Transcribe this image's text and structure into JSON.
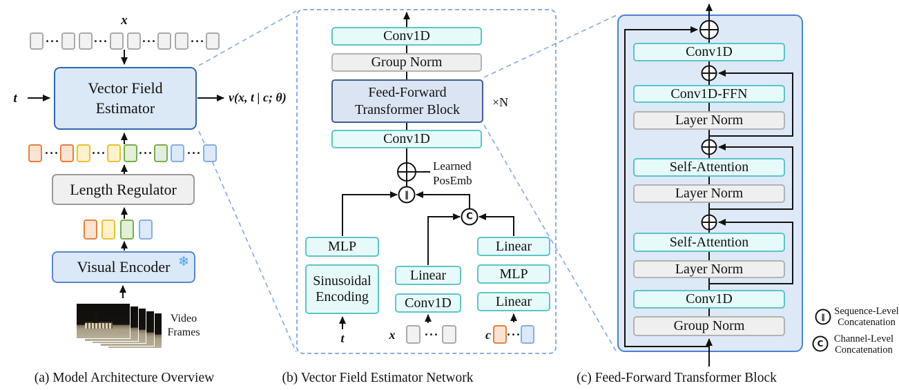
{
  "captions": {
    "a": "(a) Model Architecture Overview",
    "b": "(b) Vector Field Estimator Network",
    "c": "(c) Feed-Forward Transformer Block"
  },
  "icons": {
    "snowflake": "❄",
    "sequence_concat": "‖",
    "channel_concat": "C",
    "ellipsis": "···"
  },
  "colors": {
    "cyan_fill": "#e7fafa",
    "cyan_border": "#5ec3c8",
    "gray_fill": "#efefef",
    "gray_border": "#b2b2b2",
    "blue_fill": "#dbe8f6",
    "blue_border": "#2f66ae",
    "fft_fill": "#dbe4f3",
    "fft_border": "#3e5c94",
    "panel_fill": "#dde9f7",
    "panel_border": "#4a80d1",
    "dashed_connector": "#8aace0",
    "token_orange": "#e2813b",
    "token_yellow": "#edbf33",
    "token_green": "#77ad4d",
    "token_blue": "#85aede",
    "token_gray": "#a9a9a9",
    "snowflake_color": "#41a0e8"
  },
  "panel_a": {
    "x_label": "x",
    "t_label": "t",
    "output_label": "v(x, t | c; θ)",
    "vfe": {
      "line1": "Vector Field",
      "line2": "Estimator"
    },
    "length_regulator": "Length Regulator",
    "visual_encoder": "Visual Encoder",
    "video_frames": {
      "line1": "Video",
      "line2": "Frames"
    }
  },
  "panel_b": {
    "conv1d_top": "Conv1D",
    "group_norm": "Group Norm",
    "fft_block": {
      "line1": "Feed-Forward",
      "line2": "Transformer Block"
    },
    "repeat_label": "×N",
    "conv1d_mid": "Conv1D",
    "learned_posemb": {
      "line1": "Learned",
      "line2": "PosEmb"
    },
    "mlp_left": "MLP",
    "sinusoidal": {
      "line1": "Sinusoidal",
      "line2": "Encoding"
    },
    "linear_mid": "Linear",
    "conv1d_bottom": "Conv1D",
    "linear_right_top": "Linear",
    "mlp_right": "MLP",
    "linear_right_bottom": "Linear",
    "t_label": "t",
    "x_label": "x",
    "c_label": "c"
  },
  "panel_c": {
    "conv1d_top": "Conv1D",
    "conv1d_ffn": "Conv1D-FFN",
    "layer_norm1": "Layer Norm",
    "self_attention1": "Self-Attention",
    "layer_norm2": "Layer Norm",
    "self_attention2": "Self-Attention",
    "layer_norm3": "Layer Norm",
    "conv1d_bottom": "Conv1D",
    "group_norm": "Group Norm",
    "legend": {
      "seq": {
        "line1": "Sequence-Level",
        "line2": "Concatenation"
      },
      "chan": {
        "line1": "Channel-Level",
        "line2": "Concatenation"
      }
    }
  }
}
